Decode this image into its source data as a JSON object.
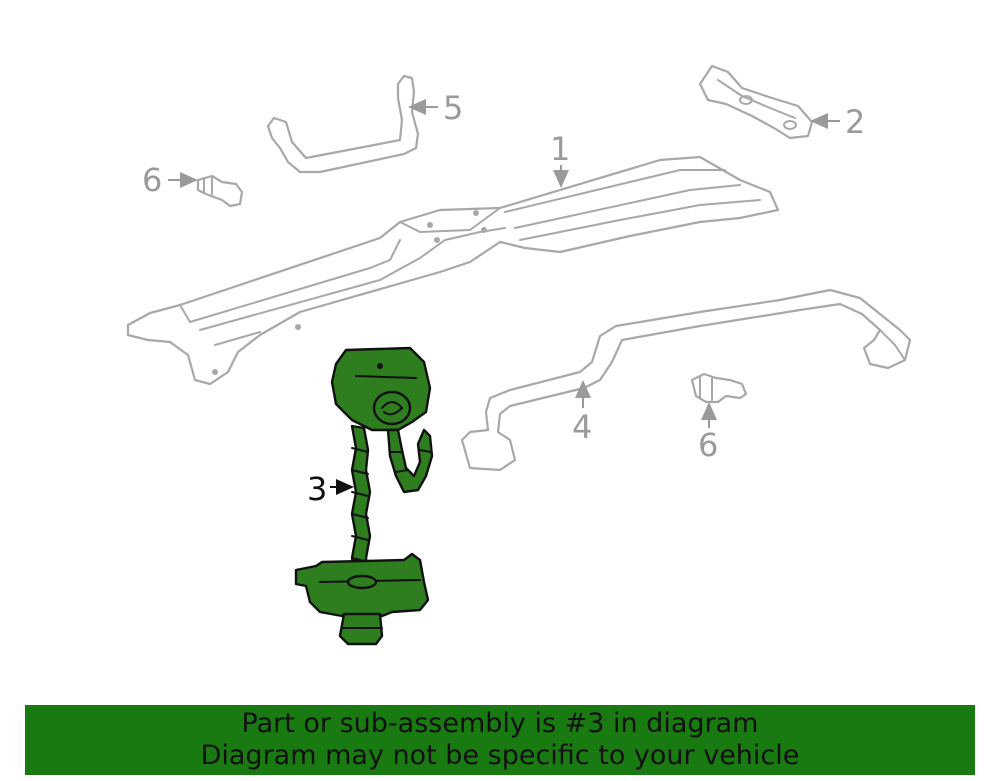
{
  "callouts": {
    "c1": "1",
    "c2": "2",
    "c3": "3",
    "c4": "4",
    "c5": "5",
    "c6a": "6",
    "c6b": "6"
  },
  "banner": {
    "line1": "Part or sub-assembly is #3 in diagram",
    "line2": "Diagram may not be specific to your vehicle"
  },
  "colors": {
    "highlight": "#2e7d1f",
    "banner": "#1a7a12",
    "outline": "#a8a8a8"
  }
}
